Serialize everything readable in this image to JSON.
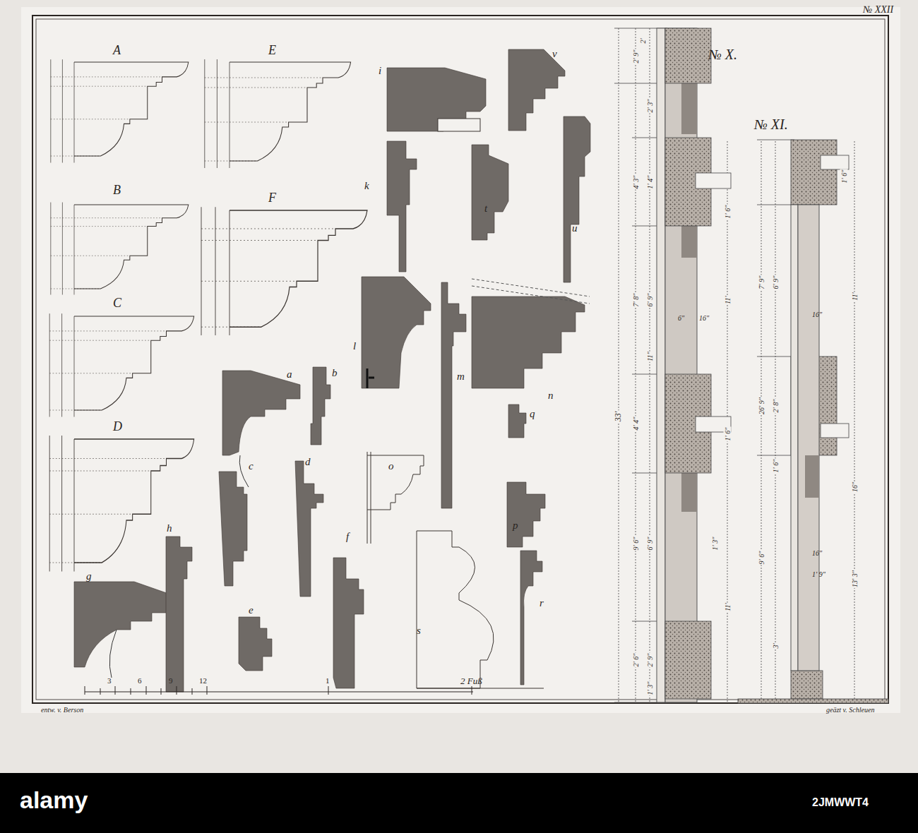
{
  "diagram": {
    "labels": [
      "№ XXII",
      "A",
      "B",
      "C",
      "D",
      "E",
      "F",
      "i",
      "v",
      "k",
      "t",
      "u",
      "l",
      "m",
      "n",
      "a",
      "b",
      "q",
      "c",
      "d",
      "o",
      "p",
      "g",
      "h",
      "e",
      "f",
      "s",
      "r",
      "№ X.",
      "№ XI.",
      "3",
      "6",
      "9",
      "12",
      "1",
      "2 Fuß",
      "entw. v. Berson",
      "geäzt v. Schleuen",
      "33'",
      "2'",
      "2' 9\"",
      "2' 3\"",
      "4' 3\"",
      "1' 4\"",
      "1' 6\"",
      "7' 8\"",
      "6' 9\"",
      "11'",
      "6\"",
      "16\"",
      "11\"",
      "4' 4\"",
      "1' 6\"",
      "9' 6\"",
      "6' 9\"",
      "1' 3\"",
      "11'",
      "2' 9\"",
      "2' 6\"",
      "1' 3\"",
      "1' 6\"",
      "7' 9\"",
      "6' 9\"",
      "11'",
      "16\"",
      "26' 9\"",
      "2' 8\"",
      "1' 6\"",
      "16\"",
      "9' 6\"",
      "16\"",
      "1' 9\"",
      "13' 3\"",
      "3'",
      "alamy",
      "2JMWWT4"
    ]
  }
}
